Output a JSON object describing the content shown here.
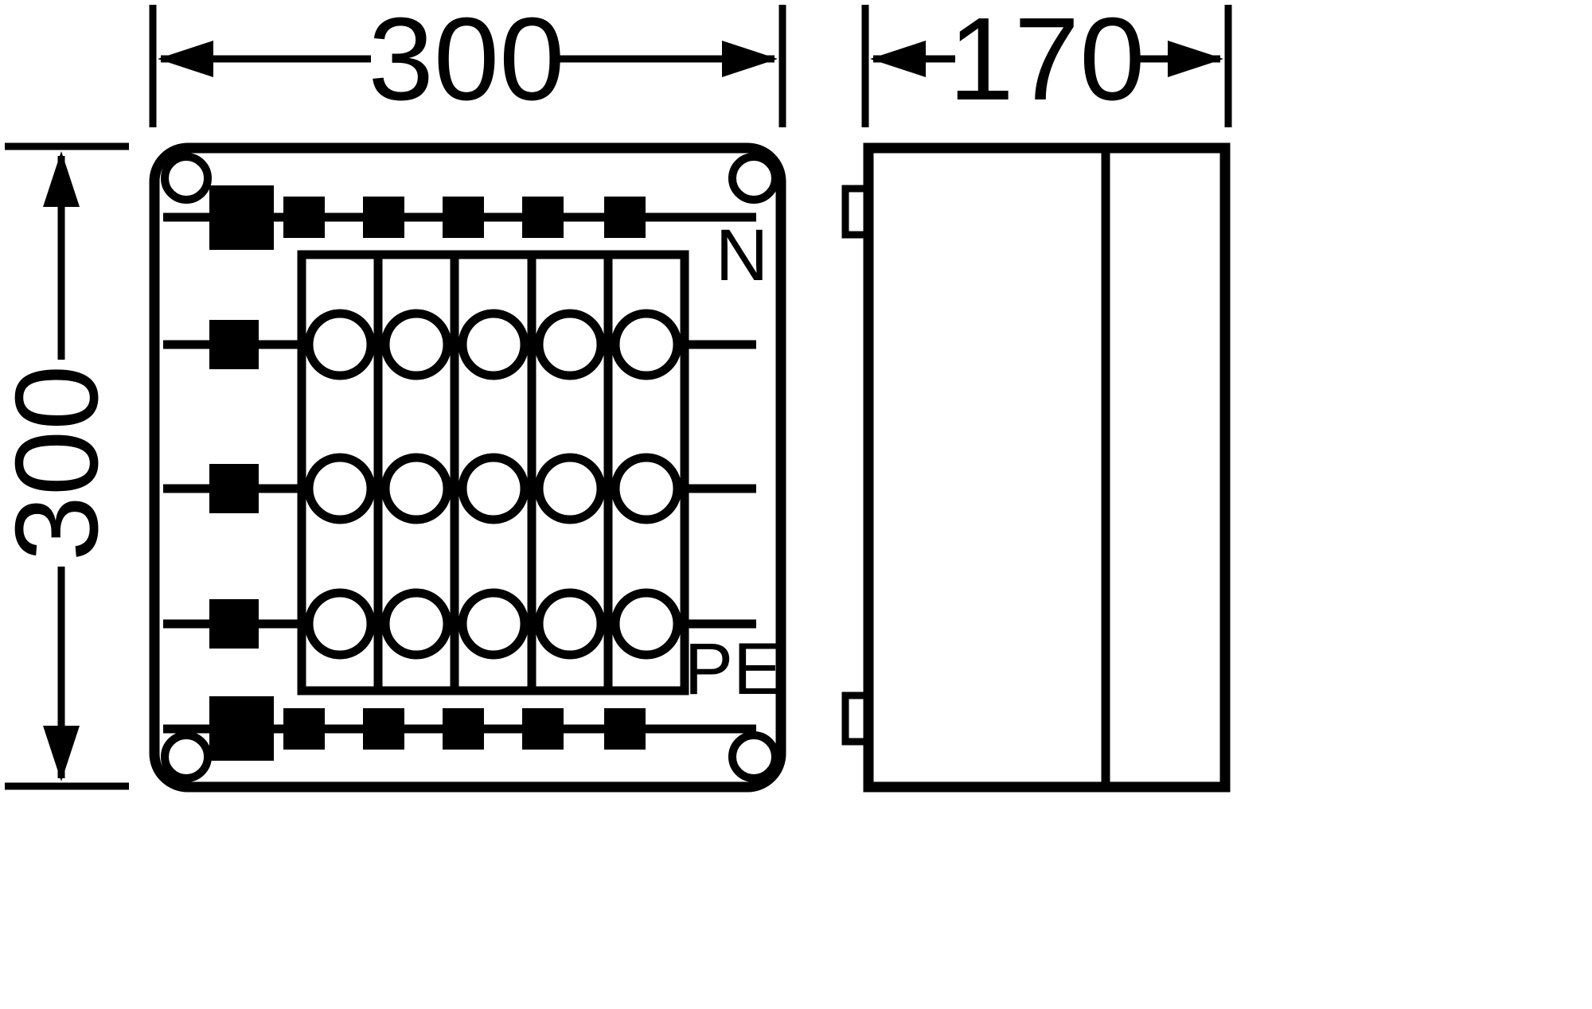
{
  "colors": {
    "line": "#000000",
    "background": "#ffffff"
  },
  "dimensions": {
    "front_width": "300",
    "front_height": "300",
    "side_depth": "170"
  },
  "front_view": {
    "label_n": "N",
    "label_pe": "PE",
    "terminal_grid": {
      "rows": 3,
      "columns": 5
    },
    "mounting_holes": 4,
    "top_busbar_clamps": {
      "large": 1,
      "small": 5
    },
    "bottom_busbar_clamps": {
      "large": 1,
      "small": 5
    },
    "row_feed_clamps": 3
  },
  "side_view": {
    "wall_clips": 2,
    "panels": 2
  }
}
